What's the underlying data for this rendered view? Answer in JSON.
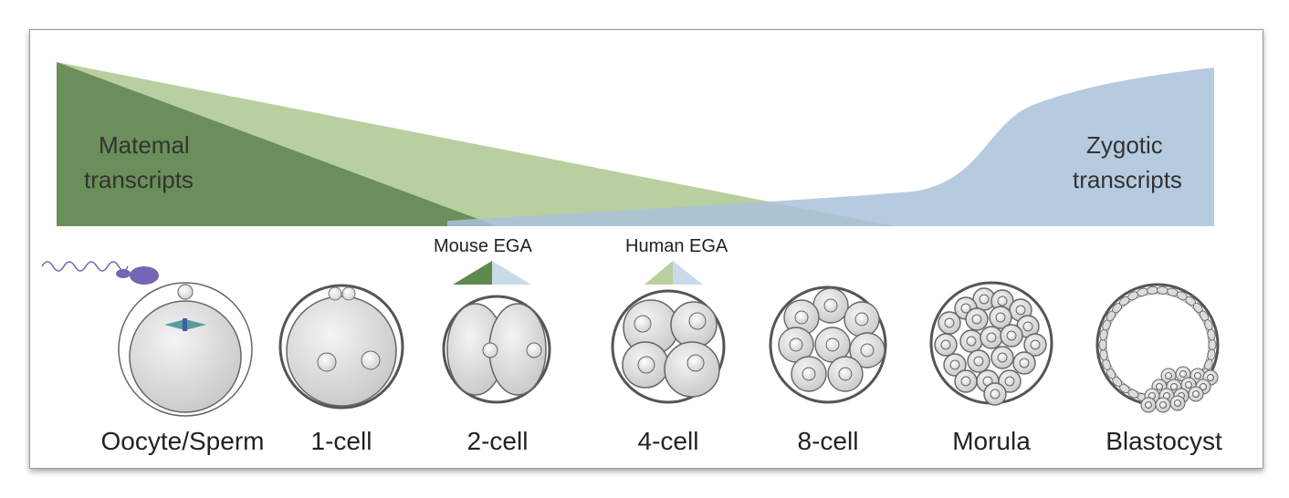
{
  "maternal_label": [
    "Matemal",
    "transcripts"
  ],
  "zygotic_label": [
    "Zygotic",
    "transcripts"
  ],
  "ega_markers": [
    {
      "label": "Mouse EGA",
      "colors": [
        "#5e8a4e",
        "#c9dbe6"
      ]
    },
    {
      "label": "Human EGA",
      "colors": [
        "#b9cfa0",
        "#c9dbe6"
      ]
    }
  ],
  "stages": [
    "Oocyte/Sperm",
    "1-cell",
    "2-cell",
    "4-cell",
    "8-cell",
    "Morula",
    "Blastocyst"
  ],
  "colors": {
    "maternal_dark": "#6a8f5a",
    "maternal_light": "#b9cfa0",
    "zygotic": "#a9c2da",
    "sperm": "#7466b3",
    "spindle": "#3f8f8c",
    "cell_fill": "#e2e2e2",
    "outline": "#555555"
  }
}
